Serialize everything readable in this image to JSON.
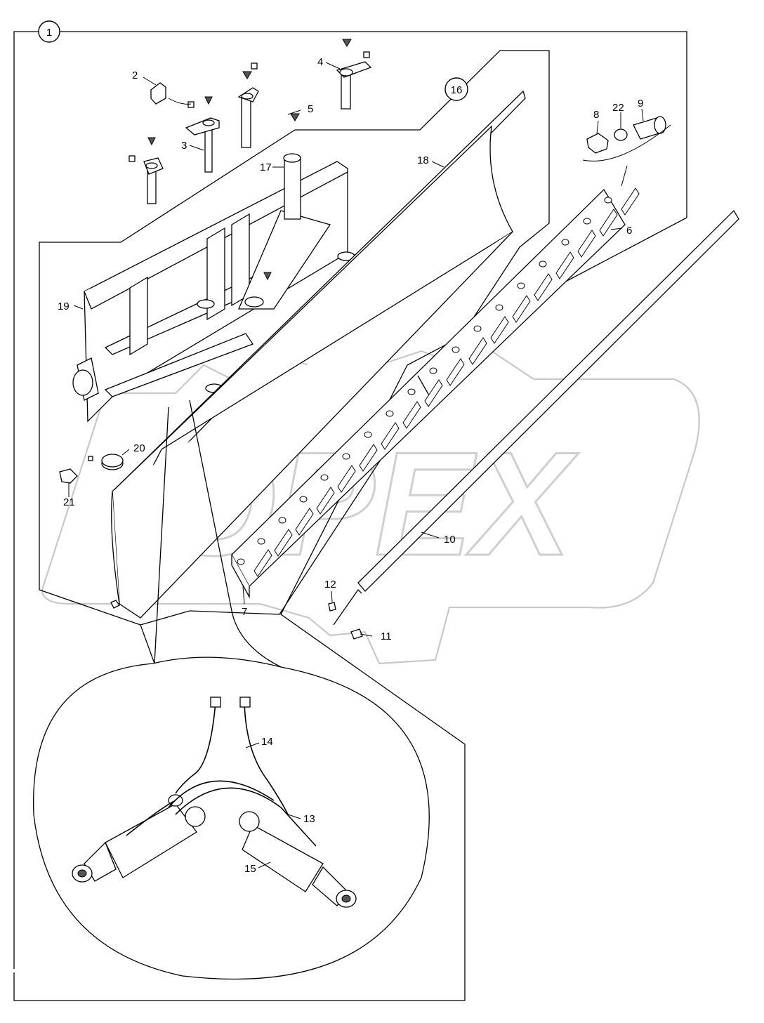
{
  "diagram": {
    "group_label": "1",
    "sub_group_label": "16",
    "watermark": "OPEX",
    "callouts": [
      {
        "id": "c1",
        "text": "1"
      },
      {
        "id": "c2",
        "text": "2"
      },
      {
        "id": "c3",
        "text": "3"
      },
      {
        "id": "c4",
        "text": "4"
      },
      {
        "id": "c5",
        "text": "5"
      },
      {
        "id": "c6",
        "text": "6"
      },
      {
        "id": "c7",
        "text": "7"
      },
      {
        "id": "c8",
        "text": "8"
      },
      {
        "id": "c9",
        "text": "9"
      },
      {
        "id": "c10",
        "text": "10"
      },
      {
        "id": "c11",
        "text": "11"
      },
      {
        "id": "c12",
        "text": "12"
      },
      {
        "id": "c13",
        "text": "13"
      },
      {
        "id": "c14",
        "text": "14"
      },
      {
        "id": "c15",
        "text": "15"
      },
      {
        "id": "c16",
        "text": "16"
      },
      {
        "id": "c17",
        "text": "17"
      },
      {
        "id": "c18",
        "text": "18"
      },
      {
        "id": "c19",
        "text": "19"
      },
      {
        "id": "c20",
        "text": "20"
      },
      {
        "id": "c21",
        "text": "21"
      },
      {
        "id": "c22",
        "text": "22"
      }
    ]
  }
}
